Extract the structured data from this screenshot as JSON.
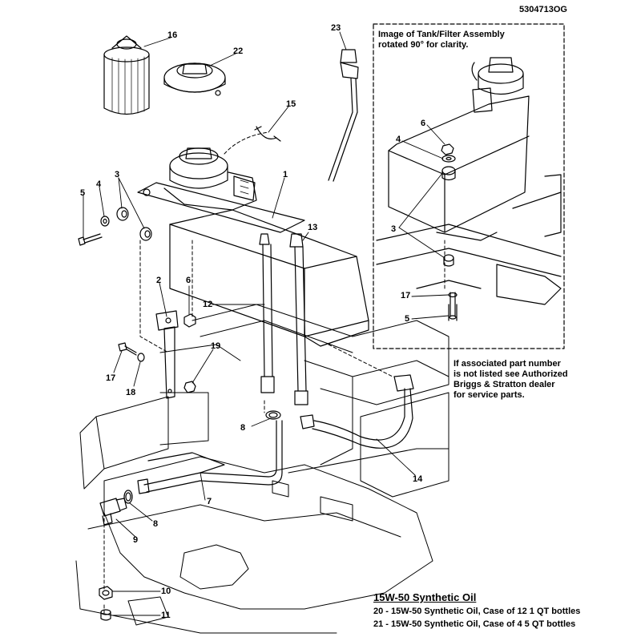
{
  "document_id": "5304713OG",
  "inset": {
    "caption_line1": "Image of Tank/Filter Assembly",
    "caption_line2": "rotated 90° for clarity."
  },
  "note": {
    "line1": "If associated part number",
    "line2": "is not listed see Authorized",
    "line3": "Briggs & Stratton dealer",
    "line4": "for service parts."
  },
  "oil": {
    "title": "15W-50 Synthetic Oil",
    "line20": "20 - 15W-50 Synthetic Oil, Case of 12 1 QT bottles",
    "line21": "21 - 15W-50 Synthetic Oil, Case of 4 5 QT bottles"
  },
  "callouts": {
    "c1": "1",
    "c2": "2",
    "c3": "3",
    "c4": "4",
    "c5": "5",
    "c6": "6",
    "c7": "7",
    "c8a": "8",
    "c8b": "8",
    "c9": "9",
    "c10": "10",
    "c11": "11",
    "c12": "12",
    "c13": "13",
    "c14": "14",
    "c15": "15",
    "c16": "16",
    "c17": "17",
    "c18": "18",
    "c19": "19",
    "c22": "22",
    "c23": "23",
    "i6": "6",
    "i4": "4",
    "i3": "3",
    "i17": "17",
    "i5": "5"
  }
}
